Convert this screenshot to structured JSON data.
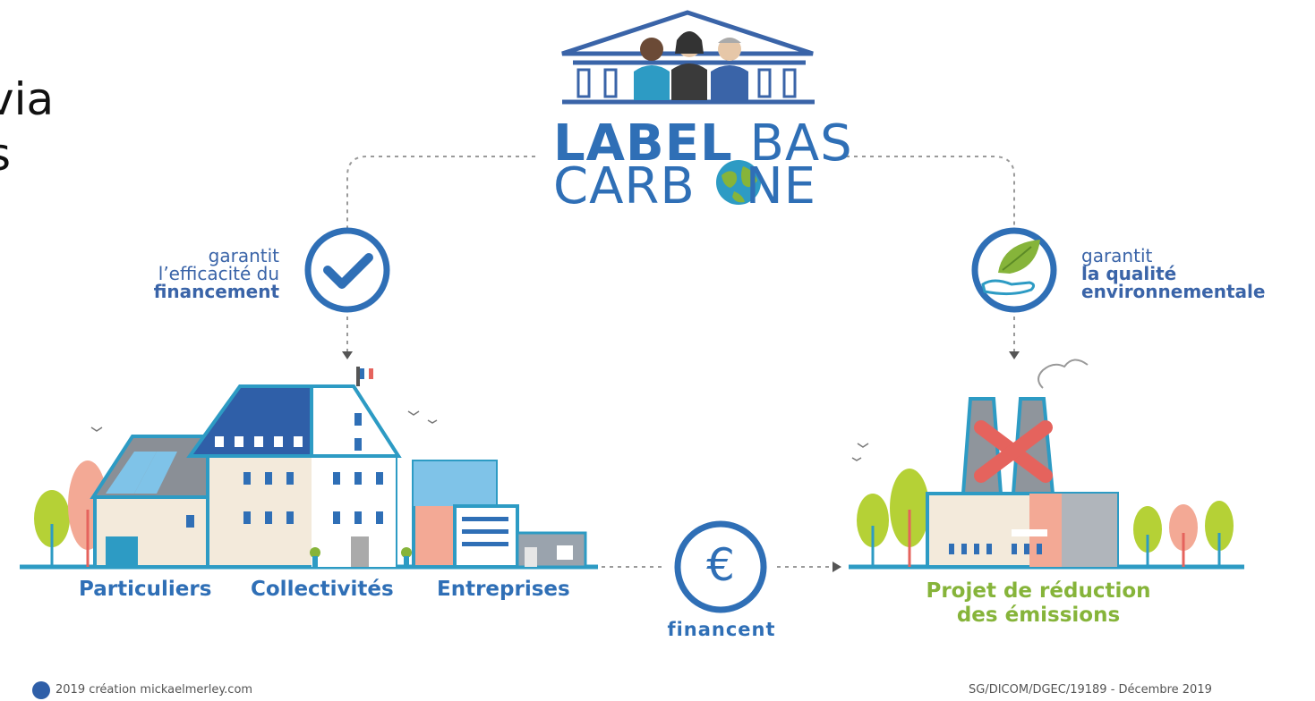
{
  "cut_text": {
    "line1": "via",
    "line2": "s"
  },
  "logo": {
    "word1_bold": "LABEL",
    "word1_rest": " BAS",
    "word2_a": "CARB",
    "word2_b": "NE"
  },
  "left_guarantee": {
    "line1": "garantit",
    "line2": "l’efficacité du",
    "line3": "financement"
  },
  "right_guarantee": {
    "line1": "garantit",
    "line2": "la qualité",
    "line3": "environnementale"
  },
  "actors": {
    "a1": "Particuliers",
    "a2": "Collectivités",
    "a3": "Entreprises"
  },
  "finance": {
    "symbol": "€",
    "label": "financent"
  },
  "project": {
    "line1": "Projet de réduction",
    "line2": "des émissions"
  },
  "footer": {
    "credit": "2019 création mickaelmerley.com",
    "ref": "SG/DICOM/DGEC/19189 - Décembre 2019"
  },
  "icons": [
    "building-with-people-icon",
    "globe-icon",
    "checkmark-icon",
    "leaf-hand-icon",
    "euro-icon",
    "factory-icon",
    "cross-icon"
  ],
  "colors": {
    "blue": "#2f6fb6",
    "dark_blue": "#3a64a8",
    "green": "#86b43a",
    "red": "#e5635d",
    "teal": "#2d9bc4"
  }
}
